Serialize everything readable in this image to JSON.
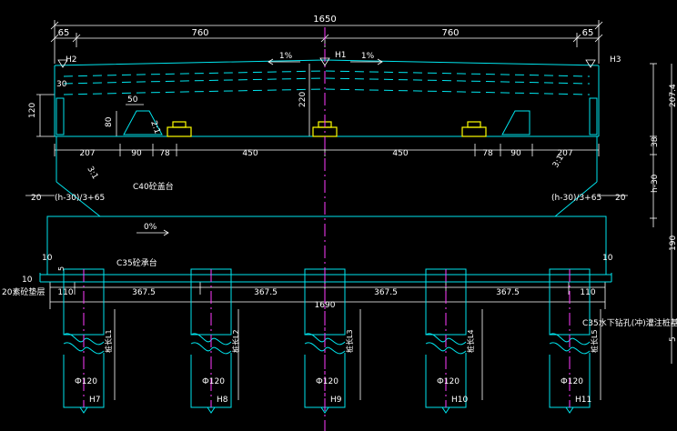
{
  "colors": {
    "background": "#000000",
    "dimension": "#ffffff",
    "outline": "#00e5ee",
    "centerline": "#ff3cff",
    "bearing": "#ffff00",
    "text": "#ffffff"
  },
  "dims": {
    "total_top": "1650",
    "seg_left": "65",
    "seg_mid_left": "760",
    "seg_mid_right": "760",
    "seg_right": "65",
    "slope_left": "1%",
    "slope_right": "1%",
    "cap_height": "220",
    "depth_left": "120",
    "depth_30": "30",
    "block_50": "50",
    "block_80": "80",
    "ratio_left_top": "2:1",
    "row2": [
      "207",
      "90",
      "78",
      "450",
      "450",
      "78",
      "90",
      "207"
    ],
    "ratio_left": "3:1",
    "ratio_right": "3:1",
    "formula_left": "(h-30)/3+65",
    "formula_right": "(h-30)/3+65",
    "side_20_left": "20",
    "side_20_right": "20",
    "slope_cap": "0%",
    "side_10_left": "10",
    "side_10_right": "10",
    "small_5": "5",
    "pile_row": [
      "110",
      "367.5",
      "367.5",
      "367.5",
      "367.5",
      "110"
    ],
    "total_bottom": "1690",
    "right_207": "207.4",
    "right_38": "38",
    "right_h30": "h-30",
    "right_190": "190",
    "right_s": "5"
  },
  "labels": {
    "elev_top_center": "H1",
    "elev_top_left": "H2",
    "elev_top_right": "H3",
    "concrete_cap": "C40砼盖台",
    "concrete_footing": "C35砼承台",
    "cushion": "20素砼垫层",
    "pile_spec": "C35水下钻孔(冲)灌注桩基",
    "pile_names": [
      "桩长L1",
      "桩长L2",
      "桩长L3",
      "桩长L4",
      "桩长L5"
    ],
    "pile_diameter": "Ф120",
    "pile_bottom": [
      "H7",
      "H8",
      "H9",
      "H10",
      "H11"
    ]
  }
}
